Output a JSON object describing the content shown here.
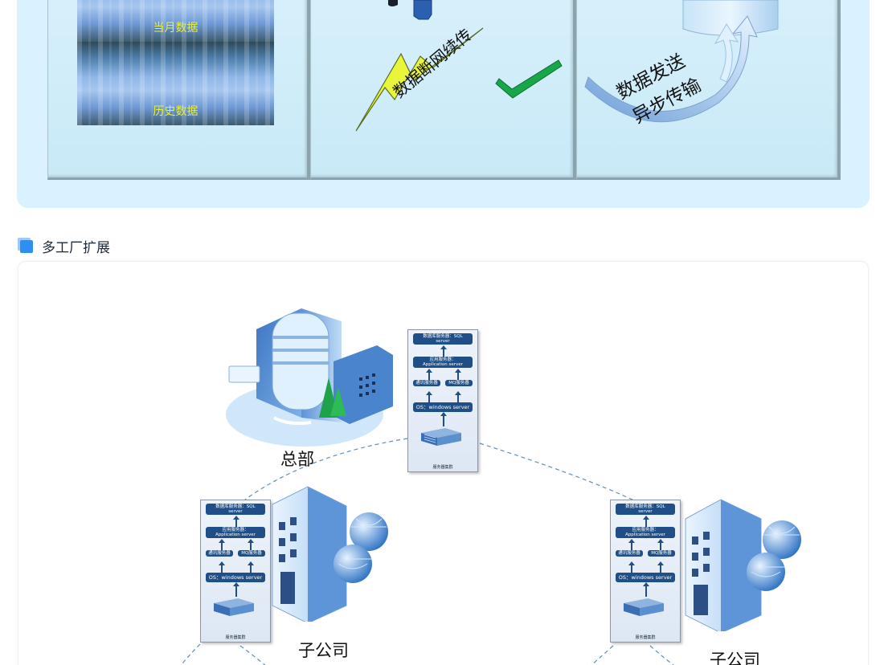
{
  "top_panel": {
    "tile1": {
      "label_top": "当月数据",
      "label_bottom": "历史数据"
    },
    "tile2": {
      "caption": "数据断网续传"
    },
    "tile3": {
      "caption_line1": "数据发送",
      "caption_line2": "异步传输"
    }
  },
  "section": {
    "title": "多工厂扩展"
  },
  "diagram": {
    "server_stack": {
      "db_line1": "数据库服务器：SQL",
      "db_line2": "server",
      "app_line1": "应用服务器：",
      "app_line2": "Application  server",
      "comm": "通讯服务器",
      "mq": "MQ服务器",
      "os": "OS：windows server",
      "cluster": "服务器集群"
    },
    "nodes": {
      "hq": "总部",
      "sub_left": "子公司",
      "sub_right": "子公司"
    }
  },
  "colors": {
    "panel_bg": "#daf1ff",
    "accent": "#2d8ff0",
    "server_blue": "#1f4f86"
  }
}
